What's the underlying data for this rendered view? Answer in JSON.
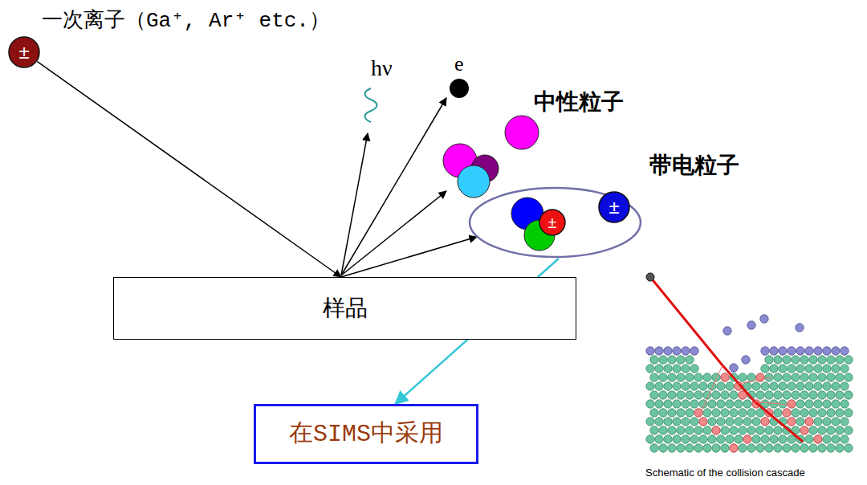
{
  "diagram": {
    "nodes": [
      {
        "text": [
          "±"
        ]
      },
      {
        "text": [
          "样品"
        ]
      },
      {
        "text": [
          "带电粒子"
        ]
      },
      {
        "text": [
          "±"
        ],
        "in": 2
      },
      {
        "text": [
          "±"
        ],
        "in": 2
      },
      {
        "text": [
          "在SIMS中采用"
        ]
      }
    ],
    "edges": [
      {
        "from": 0,
        "to": 1,
        "arrow": "to"
      },
      {
        "from": 1,
        "to": 2,
        "arrow": "to"
      },
      {
        "from": 2,
        "to": 5,
        "arrow": "to"
      }
    ],
    "labels": [
      "一次离子（Ga⁺, Ar⁺ etc.）",
      "hν",
      "e",
      "中性粒子",
      "Schematic of the collision cascade"
    ]
  }
}
